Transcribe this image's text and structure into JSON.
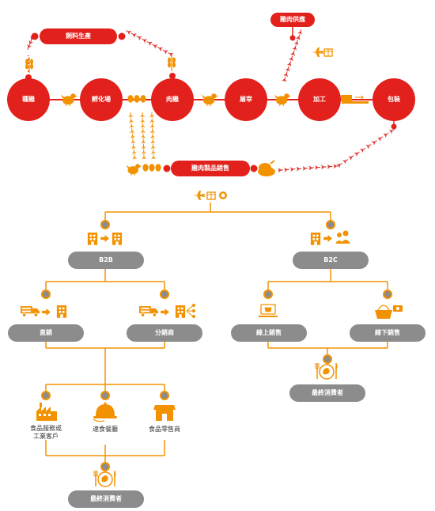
{
  "colors": {
    "red": "#E2211C",
    "orange": "#F39200",
    "gray": "#8C8C8C",
    "white": "#FFFFFF"
  },
  "supply_chain": {
    "feed": "飼料生產",
    "breeder_farm": "種雞",
    "hatchery": "孵化場",
    "broiler_farm": "肉雞",
    "slaughter": "屠宰",
    "processing": "加工",
    "packaging": "包裝",
    "chicken_supply": "雞肉供應",
    "sales": "雞肉製品銷售"
  },
  "channels": {
    "b2b": "B2B",
    "b2c": "B2C",
    "direct": "直銷",
    "distributor": "分銷商",
    "online": "線上銷售",
    "offline": "線下銷售",
    "food_service": "食品服務或工業客戶",
    "restaurant": "速食餐廳",
    "retailer": "食品零售商",
    "consumer_left": "最終消費者",
    "consumer_right": "最終消費者"
  },
  "icons": [
    "wheat-icon",
    "chicken-icon",
    "egg-icon",
    "conveyor-icon",
    "roast-chicken-icon",
    "plane-icon",
    "package-icon",
    "building-icon",
    "people-icon",
    "truck-icon",
    "laptop-icon",
    "basket-icon",
    "money-icon",
    "factory-icon",
    "cloche-icon",
    "shop-icon",
    "meal-icon"
  ]
}
